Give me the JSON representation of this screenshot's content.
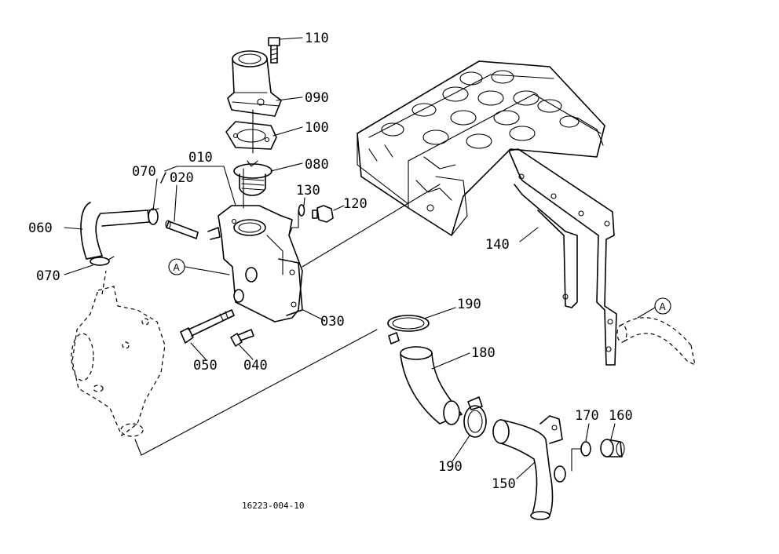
{
  "labels": {
    "p110": "110",
    "p090": "090",
    "p100": "100",
    "p010": "010",
    "p080": "080",
    "p070a": "070",
    "p020": "020",
    "p130": "130",
    "p120": "120",
    "p060": "060",
    "p070b": "070",
    "p030": "030",
    "p050": "050",
    "p040": "040",
    "p140": "140",
    "p190a": "190",
    "p180": "180",
    "p190b": "190",
    "p150": "150",
    "p170": "170",
    "p160": "160"
  },
  "refs": {
    "ref_a1": "A",
    "ref_a2": "A"
  },
  "drawing_number": "16223-004-10"
}
